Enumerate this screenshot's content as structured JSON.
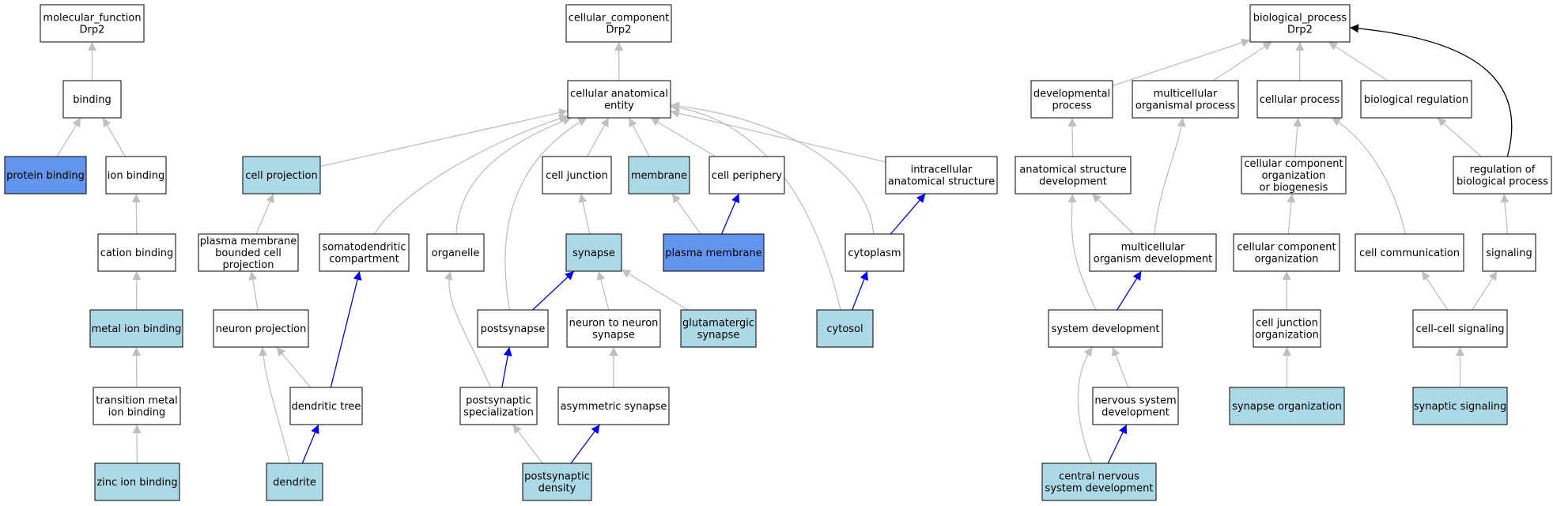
{
  "colors": {
    "default_fill": "#ffffff",
    "annotated_fill": "#add8e6",
    "direct_fill": "#6495ed",
    "is_a_edge": "#bfbfbf",
    "part_of_edge": "#0000ff",
    "regulates_edge": "#000000"
  },
  "nodes": {
    "mf_root": {
      "lines": [
        "molecular_function",
        "Drp2"
      ],
      "kind": "default"
    },
    "binding": {
      "lines": [
        "binding"
      ],
      "kind": "default"
    },
    "protein_binding": {
      "lines": [
        "protein binding"
      ],
      "kind": "direct"
    },
    "ion_binding": {
      "lines": [
        "ion binding"
      ],
      "kind": "default"
    },
    "cation_binding": {
      "lines": [
        "cation binding"
      ],
      "kind": "default"
    },
    "metal_ion_binding": {
      "lines": [
        "metal ion binding"
      ],
      "kind": "annotated"
    },
    "transition_metal": {
      "lines": [
        "transition metal",
        "ion binding"
      ],
      "kind": "default"
    },
    "zinc_ion_binding": {
      "lines": [
        "zinc ion binding"
      ],
      "kind": "annotated"
    },
    "cc_root": {
      "lines": [
        "cellular_component",
        "Drp2"
      ],
      "kind": "default"
    },
    "cae": {
      "lines": [
        "cellular anatomical",
        "entity"
      ],
      "kind": "default"
    },
    "cell_projection": {
      "lines": [
        "cell projection"
      ],
      "kind": "annotated"
    },
    "pm_bounded": {
      "lines": [
        "plasma membrane",
        "bounded cell",
        "projection"
      ],
      "kind": "default"
    },
    "neuron_projection": {
      "lines": [
        "neuron projection"
      ],
      "kind": "default"
    },
    "somatodendritic": {
      "lines": [
        "somatodendritic",
        "compartment"
      ],
      "kind": "default"
    },
    "dendritic_tree": {
      "lines": [
        "dendritic tree"
      ],
      "kind": "default"
    },
    "dendrite": {
      "lines": [
        "dendrite"
      ],
      "kind": "annotated"
    },
    "organelle": {
      "lines": [
        "organelle"
      ],
      "kind": "default"
    },
    "cell_junction": {
      "lines": [
        "cell junction"
      ],
      "kind": "default"
    },
    "membrane": {
      "lines": [
        "membrane"
      ],
      "kind": "annotated"
    },
    "cell_periphery": {
      "lines": [
        "cell periphery"
      ],
      "kind": "default"
    },
    "plasma_membrane": {
      "lines": [
        "plasma membrane"
      ],
      "kind": "direct"
    },
    "synapse": {
      "lines": [
        "synapse"
      ],
      "kind": "annotated"
    },
    "postsynapse": {
      "lines": [
        "postsynapse"
      ],
      "kind": "default"
    },
    "neuron_to_neuron": {
      "lines": [
        "neuron to neuron",
        "synapse"
      ],
      "kind": "default"
    },
    "glutamatergic": {
      "lines": [
        "glutamatergic",
        "synapse"
      ],
      "kind": "annotated"
    },
    "postsyn_spec": {
      "lines": [
        "postsynaptic",
        "specialization"
      ],
      "kind": "default"
    },
    "asym_synapse": {
      "lines": [
        "asymmetric synapse"
      ],
      "kind": "default"
    },
    "psd": {
      "lines": [
        "postsynaptic",
        "density"
      ],
      "kind": "annotated"
    },
    "intracellular": {
      "lines": [
        "intracellular",
        "anatomical structure"
      ],
      "kind": "default"
    },
    "cytoplasm": {
      "lines": [
        "cytoplasm"
      ],
      "kind": "default"
    },
    "cytosol": {
      "lines": [
        "cytosol"
      ],
      "kind": "annotated"
    },
    "bp_root": {
      "lines": [
        "biological_process",
        "Drp2"
      ],
      "kind": "default"
    },
    "dev_process": {
      "lines": [
        "developmental",
        "process"
      ],
      "kind": "default"
    },
    "multi_org_process": {
      "lines": [
        "multicellular",
        "organismal process"
      ],
      "kind": "default"
    },
    "cellular_process": {
      "lines": [
        "cellular process"
      ],
      "kind": "default"
    },
    "bio_regulation": {
      "lines": [
        "biological regulation"
      ],
      "kind": "default"
    },
    "anat_struct_dev": {
      "lines": [
        "anatomical structure",
        "development"
      ],
      "kind": "default"
    },
    "multi_org_dev": {
      "lines": [
        "multicellular",
        "organism development"
      ],
      "kind": "default"
    },
    "system_dev": {
      "lines": [
        "system development"
      ],
      "kind": "default"
    },
    "nervous_system_dev": {
      "lines": [
        "nervous system",
        "development"
      ],
      "kind": "default"
    },
    "cns_dev": {
      "lines": [
        "central nervous",
        "system development"
      ],
      "kind": "annotated"
    },
    "cc_org_biogenesis": {
      "lines": [
        "cellular component",
        "organization",
        "or biogenesis"
      ],
      "kind": "default"
    },
    "cc_organization": {
      "lines": [
        "cellular component",
        "organization"
      ],
      "kind": "default"
    },
    "cj_organization": {
      "lines": [
        "cell junction",
        "organization"
      ],
      "kind": "default"
    },
    "synapse_org": {
      "lines": [
        "synapse organization"
      ],
      "kind": "annotated"
    },
    "cell_communication": {
      "lines": [
        "cell communication"
      ],
      "kind": "default"
    },
    "reg_bio_process": {
      "lines": [
        "regulation of",
        "biological process"
      ],
      "kind": "default"
    },
    "signaling": {
      "lines": [
        "signaling"
      ],
      "kind": "default"
    },
    "cell_cell_signaling": {
      "lines": [
        "cell-cell signaling"
      ],
      "kind": "default"
    },
    "synaptic_signaling": {
      "lines": [
        "synaptic signaling"
      ],
      "kind": "annotated"
    }
  },
  "edges": [
    {
      "from": "binding",
      "to": "mf_root",
      "type": "is_a"
    },
    {
      "from": "protein_binding",
      "to": "binding",
      "type": "is_a"
    },
    {
      "from": "ion_binding",
      "to": "binding",
      "type": "is_a"
    },
    {
      "from": "cation_binding",
      "to": "ion_binding",
      "type": "is_a"
    },
    {
      "from": "metal_ion_binding",
      "to": "cation_binding",
      "type": "is_a"
    },
    {
      "from": "transition_metal",
      "to": "metal_ion_binding",
      "type": "is_a"
    },
    {
      "from": "zinc_ion_binding",
      "to": "transition_metal",
      "type": "is_a"
    },
    {
      "from": "cae",
      "to": "cc_root",
      "type": "is_a"
    },
    {
      "from": "cell_projection",
      "to": "cae",
      "type": "is_a"
    },
    {
      "from": "somatodendritic",
      "to": "cae",
      "type": "is_a"
    },
    {
      "from": "organelle",
      "to": "cae",
      "type": "is_a"
    },
    {
      "from": "postsynapse",
      "to": "cae",
      "type": "is_a"
    },
    {
      "from": "cell_junction",
      "to": "cae",
      "type": "is_a"
    },
    {
      "from": "membrane",
      "to": "cae",
      "type": "is_a"
    },
    {
      "from": "cell_periphery",
      "to": "cae",
      "type": "is_a"
    },
    {
      "from": "cytosol",
      "to": "cae",
      "type": "is_a"
    },
    {
      "from": "cytoplasm",
      "to": "cae",
      "type": "is_a"
    },
    {
      "from": "intracellular",
      "to": "cae",
      "type": "is_a"
    },
    {
      "from": "pm_bounded",
      "to": "cell_projection",
      "type": "is_a"
    },
    {
      "from": "neuron_projection",
      "to": "pm_bounded",
      "type": "is_a"
    },
    {
      "from": "dendritic_tree",
      "to": "neuron_projection",
      "type": "is_a"
    },
    {
      "from": "dendrite",
      "to": "neuron_projection",
      "type": "is_a"
    },
    {
      "from": "dendritic_tree",
      "to": "somatodendritic",
      "type": "part_of"
    },
    {
      "from": "dendrite",
      "to": "dendritic_tree",
      "type": "part_of"
    },
    {
      "from": "postsyn_spec",
      "to": "organelle",
      "type": "is_a"
    },
    {
      "from": "synapse",
      "to": "cell_junction",
      "type": "is_a"
    },
    {
      "from": "plasma_membrane",
      "to": "membrane",
      "type": "is_a"
    },
    {
      "from": "plasma_membrane",
      "to": "cell_periphery",
      "type": "part_of"
    },
    {
      "from": "postsynapse",
      "to": "synapse",
      "type": "part_of"
    },
    {
      "from": "neuron_to_neuron",
      "to": "synapse",
      "type": "is_a"
    },
    {
      "from": "glutamatergic",
      "to": "synapse",
      "type": "is_a"
    },
    {
      "from": "postsyn_spec",
      "to": "postsynapse",
      "type": "part_of"
    },
    {
      "from": "asym_synapse",
      "to": "neuron_to_neuron",
      "type": "is_a"
    },
    {
      "from": "psd",
      "to": "postsyn_spec",
      "type": "is_a"
    },
    {
      "from": "psd",
      "to": "asym_synapse",
      "type": "part_of"
    },
    {
      "from": "cytoplasm",
      "to": "intracellular",
      "type": "part_of"
    },
    {
      "from": "cytosol",
      "to": "cytoplasm",
      "type": "part_of"
    },
    {
      "from": "dev_process",
      "to": "bp_root",
      "type": "is_a"
    },
    {
      "from": "multi_org_process",
      "to": "bp_root",
      "type": "is_a"
    },
    {
      "from": "cellular_process",
      "to": "bp_root",
      "type": "is_a"
    },
    {
      "from": "bio_regulation",
      "to": "bp_root",
      "type": "is_a"
    },
    {
      "from": "reg_bio_process",
      "to": "bp_root",
      "type": "regulates"
    },
    {
      "from": "anat_struct_dev",
      "to": "dev_process",
      "type": "is_a"
    },
    {
      "from": "multi_org_dev",
      "to": "anat_struct_dev",
      "type": "is_a"
    },
    {
      "from": "multi_org_dev",
      "to": "multi_org_process",
      "type": "is_a"
    },
    {
      "from": "system_dev",
      "to": "anat_struct_dev",
      "type": "is_a"
    },
    {
      "from": "system_dev",
      "to": "multi_org_dev",
      "type": "part_of"
    },
    {
      "from": "nervous_system_dev",
      "to": "system_dev",
      "type": "is_a"
    },
    {
      "from": "cns_dev",
      "to": "system_dev",
      "type": "is_a"
    },
    {
      "from": "cns_dev",
      "to": "nervous_system_dev",
      "type": "part_of"
    },
    {
      "from": "cc_org_biogenesis",
      "to": "cellular_process",
      "type": "is_a"
    },
    {
      "from": "cc_organization",
      "to": "cc_org_biogenesis",
      "type": "is_a"
    },
    {
      "from": "cj_organization",
      "to": "cc_organization",
      "type": "is_a"
    },
    {
      "from": "synapse_org",
      "to": "cj_organization",
      "type": "is_a"
    },
    {
      "from": "cell_communication",
      "to": "cellular_process",
      "type": "is_a"
    },
    {
      "from": "reg_bio_process",
      "to": "bio_regulation",
      "type": "is_a"
    },
    {
      "from": "signaling",
      "to": "reg_bio_process",
      "type": "is_a"
    },
    {
      "from": "cell_cell_signaling",
      "to": "cell_communication",
      "type": "is_a"
    },
    {
      "from": "cell_cell_signaling",
      "to": "signaling",
      "type": "is_a"
    },
    {
      "from": "synaptic_signaling",
      "to": "cell_cell_signaling",
      "type": "is_a"
    }
  ]
}
